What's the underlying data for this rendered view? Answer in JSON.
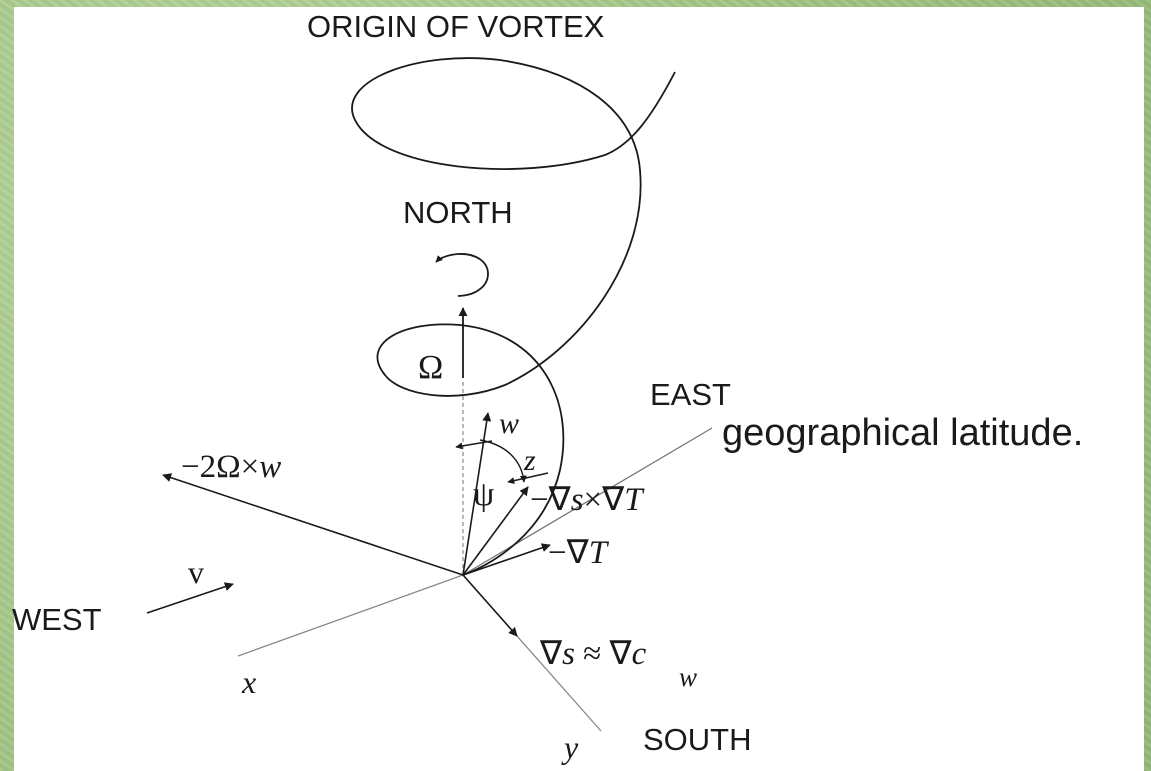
{
  "labels": {
    "origin": "ORIGIN OF VORTEX",
    "north": "NORTH",
    "east": "EAST",
    "west": "WEST",
    "south": "SOUTH",
    "latitude": "geographical  latitude."
  },
  "math": {
    "omega": "Ω",
    "w": "w",
    "z": "z",
    "psi": "ψ",
    "coriolis_prefix": "−2Ω×",
    "coriolis_var": "w",
    "cross_prefix": "−∇",
    "cross_s": "s",
    "cross_mid": "×∇",
    "cross_T": "T",
    "gradT_prefix": "−∇",
    "gradT_var": "T",
    "v": "v",
    "grads_prefix": "∇",
    "grads_s": "s",
    "grads_mid": " ≈ ∇",
    "grads_c": "c",
    "grads_sub": "w",
    "x": "x",
    "y": "y"
  },
  "colors": {
    "border_green": "#a9c98d",
    "ink": "#1a1a1a"
  }
}
